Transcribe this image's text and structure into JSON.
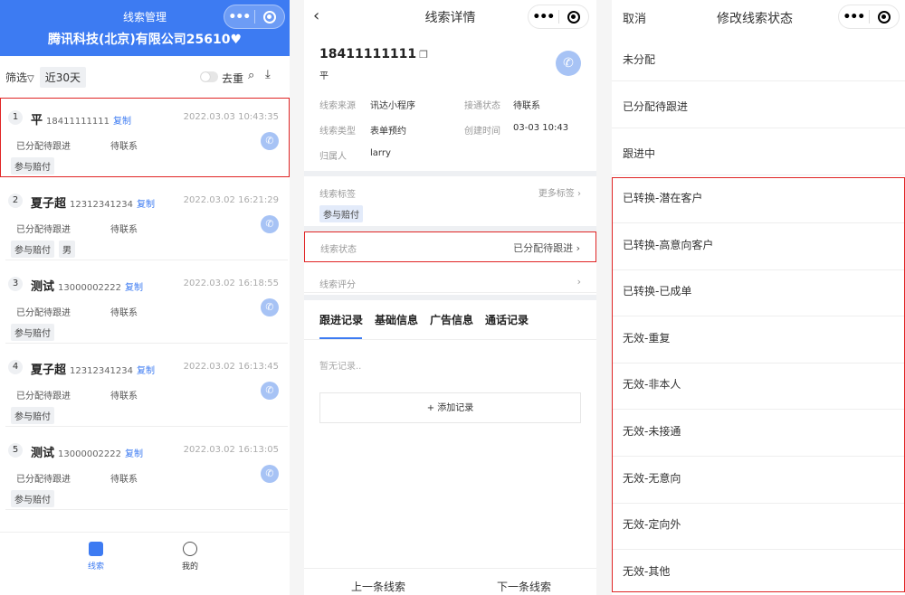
{
  "panel1": {
    "header_title": "线索管理",
    "company": "腾讯科技(北京)有限公司25610",
    "filter_label": "筛选",
    "range_chip": "近30天",
    "dedup_label": "去重",
    "cards": [
      {
        "idx": "1",
        "name": "平",
        "phone": "18411111111",
        "copy": "复制",
        "time": "2022.03.03 10:43:35",
        "status": "已分配待跟进",
        "contact": "待联系",
        "tags": [
          "参与赔付"
        ]
      },
      {
        "idx": "2",
        "name": "夏子超",
        "phone": "12312341234",
        "copy": "复制",
        "time": "2022.03.02 16:21:29",
        "status": "已分配待跟进",
        "contact": "待联系",
        "tags": [
          "参与赔付",
          "男"
        ]
      },
      {
        "idx": "3",
        "name": "测试",
        "phone": "13000002222",
        "copy": "复制",
        "time": "2022.03.02 16:18:55",
        "status": "已分配待跟进",
        "contact": "待联系",
        "tags": [
          "参与赔付"
        ]
      },
      {
        "idx": "4",
        "name": "夏子超",
        "phone": "12312341234",
        "copy": "复制",
        "time": "2022.03.02 16:13:45",
        "status": "已分配待跟进",
        "contact": "待联系",
        "tags": [
          "参与赔付"
        ]
      },
      {
        "idx": "5",
        "name": "测试",
        "phone": "13000002222",
        "copy": "复制",
        "time": "2022.03.02 16:13:05",
        "status": "已分配待跟进",
        "contact": "待联系",
        "tags": [
          "参与赔付"
        ]
      }
    ],
    "tab_leads": "线索",
    "tab_mine": "我的"
  },
  "panel2": {
    "title": "线索详情",
    "phone": "18411111111",
    "name": "平",
    "fields": [
      {
        "label": "线索来源",
        "value": "讯达小程序"
      },
      {
        "label": "接通状态",
        "value": "待联系"
      },
      {
        "label": "线索类型",
        "value": "表单预约"
      },
      {
        "label": "创建时间",
        "value": "03-03 10:43"
      },
      {
        "label": "归属人",
        "value": "larry"
      }
    ],
    "tags_label": "线索标签",
    "more_tags": "更多标签",
    "tag": "参与赔付",
    "status_label": "线索状态",
    "status_value": "已分配待跟进",
    "score_label": "线索评分",
    "tabs": [
      "跟进记录",
      "基础信息",
      "广告信息",
      "通话记录"
    ],
    "empty": "暂无记录",
    "add_record": "+ 添加记录",
    "prev": "上一条线索",
    "next": "下一条线索"
  },
  "panel3": {
    "cancel": "取消",
    "title": "修改线索状态",
    "options": [
      "未分配",
      "已分配待跟进",
      "跟进中",
      "已转换-潜在客户",
      "已转换-高意向客户",
      "已转换-已成单",
      "无效-重复",
      "无效-非本人",
      "无效-未接通",
      "无效-无意向",
      "无效-定向外",
      "无效-其他"
    ]
  },
  "colors": {
    "accent": "#3d7bf2",
    "highlight": "#e02424"
  }
}
